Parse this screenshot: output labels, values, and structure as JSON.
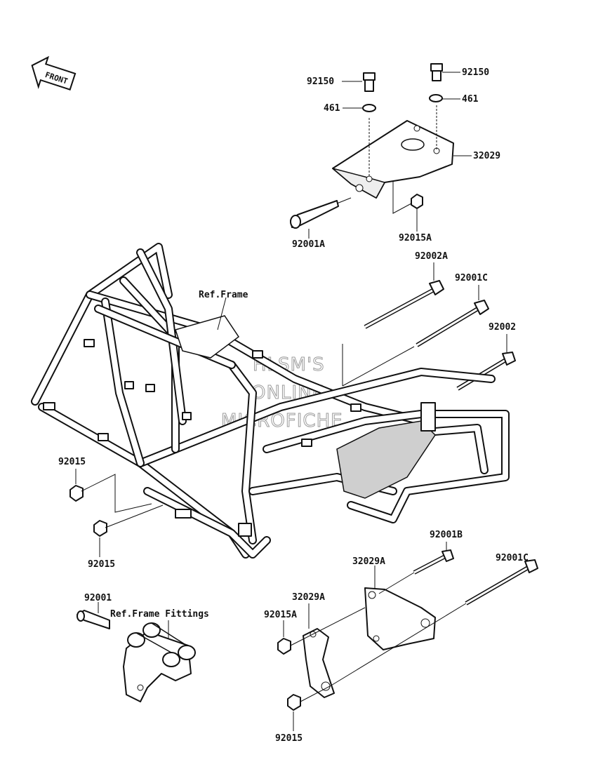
{
  "front_badge": {
    "text": "FRONT"
  },
  "labels": {
    "p92150_left": "92150",
    "p92150_right": "92150",
    "p461_left": "461",
    "p461_right": "461",
    "p32029": "32029",
    "p92001A": "92001A",
    "p92015A_top": "92015A",
    "ref_frame": "Ref.Frame",
    "p92002A": "92002A",
    "p92001C_top": "92001C",
    "p92002": "92002",
    "p92015_upper": "92015",
    "p92015_lower": "92015",
    "p92001B": "92001B",
    "p32029A_top": "32029A",
    "p92001C_bottom": "92001C",
    "p92001": "92001",
    "ref_frame_fittings": "Ref.Frame Fittings",
    "p32029A_mid": "32029A",
    "p92015A_bottom": "92015A",
    "p92015_bottom": "92015"
  },
  "watermark": {
    "line1": "HLSM'S",
    "line2": "ONLINE",
    "line3": "MICROFICHE"
  }
}
